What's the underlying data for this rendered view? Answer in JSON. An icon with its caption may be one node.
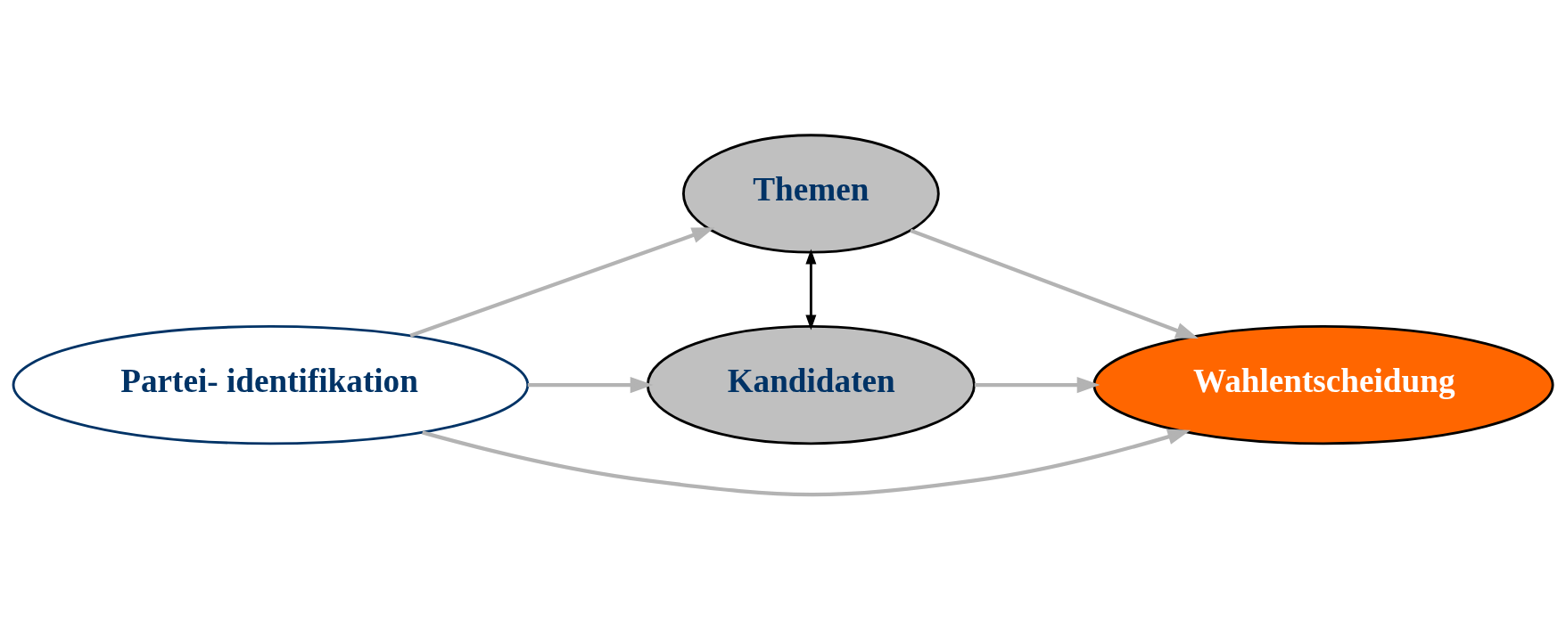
{
  "diagram": {
    "nodes": [
      {
        "text": [
          "Partei- identifikation"
        ]
      },
      {
        "text": [
          "Themen"
        ]
      },
      {
        "text": [
          "Kandidaten"
        ]
      },
      {
        "text": [
          "Wahlentscheidung"
        ]
      }
    ],
    "edges": [
      {
        "from": 0,
        "to": 1,
        "arrow": "to"
      },
      {
        "from": 0,
        "to": 3,
        "arrow": "to"
      },
      {
        "from": 0,
        "to": 2,
        "arrow": "to"
      },
      {
        "from": 1,
        "to": 3,
        "arrow": "to"
      },
      {
        "from": 2,
        "to": 3,
        "arrow": "to"
      },
      {
        "from": 1,
        "to": 2,
        "arrow": "both",
        "color": "#000000"
      }
    ]
  }
}
